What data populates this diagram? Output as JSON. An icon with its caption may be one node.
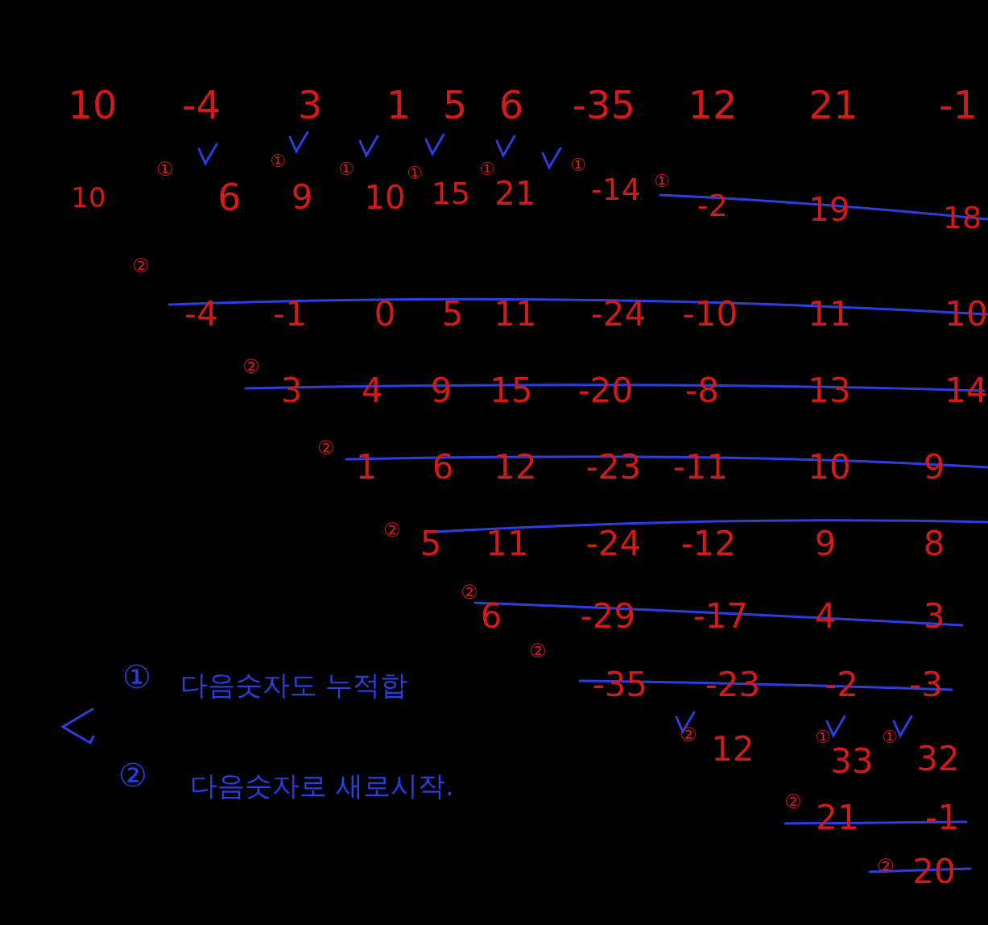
{
  "diagram": {
    "labels": [
      "10",
      "-4",
      "3",
      "1",
      "5",
      "6",
      "-35",
      "12",
      "21",
      "-1",
      "10",
      "①",
      "6",
      "①",
      "9",
      "①",
      "10",
      "①",
      "15",
      "①",
      "21",
      "①",
      "-14",
      "①",
      "-2",
      "19",
      "18",
      "②",
      "-4",
      "-1",
      "0",
      "5",
      "11",
      "-24",
      "-10",
      "11",
      "10",
      "②",
      "3",
      "4",
      "9",
      "15",
      "-20",
      "-8",
      "13",
      "14",
      "②",
      "1",
      "6",
      "12",
      "-23",
      "-11",
      "10",
      "9",
      "②",
      "5",
      "11",
      "-24",
      "-12",
      "9",
      "8",
      "②",
      "6",
      "-29",
      "-17",
      "4",
      "3",
      "②",
      "-35",
      "-23",
      "-2",
      "-3",
      "②",
      "12",
      "①",
      "33",
      "①",
      "32",
      "②",
      "21",
      "-1",
      "②",
      "20",
      "①",
      "다음숫자도 누적합",
      "②",
      "다음숫자로 새로시작."
    ]
  }
}
